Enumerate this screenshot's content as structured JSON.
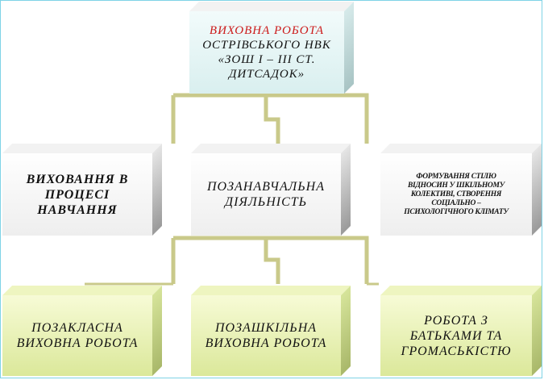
{
  "root": {
    "line1": "ВИХОВНА РОБОТА",
    "line2": "ОСТРІВСЬКОГО  НВК",
    "line3": "«ЗОШ І – ІІІ СТ.",
    "line4": "ДИТСАДОК»",
    "accent_color": "#cc1b1b"
  },
  "level1": [
    {
      "lines": [
        "ВИХОВАННЯ В",
        "ПРОЦЕСІ",
        "НАВЧАННЯ"
      ]
    },
    {
      "lines": [
        "ПОЗАНАВЧАЛЬНА",
        "ДІЯЛЬНІСТЬ"
      ]
    },
    {
      "lines": [
        "ФОРМУВАННЯ СТІЛЮ",
        "ВІДНОСИН У ШКІЛЬНОМУ",
        "КОЛЕКТИВІ, СТВОРЕННЯ",
        "СОЦІАЛЬНО –",
        "ПСИХОЛОГІЧНОГО КЛІМАТУ"
      ]
    }
  ],
  "level2": [
    {
      "lines": [
        "ПОЗАКЛАСНА",
        "ВИХОВНА РОБОТА"
      ]
    },
    {
      "lines": [
        "ПОЗАШКІЛЬНА",
        "ВИХОВНА РОБОТА"
      ]
    },
    {
      "lines": [
        "РОБОТА З",
        "БАТЬКАМИ ТА",
        "ГРОМАСЬКІСТЮ"
      ]
    }
  ],
  "connector_color": "#c9c98a"
}
